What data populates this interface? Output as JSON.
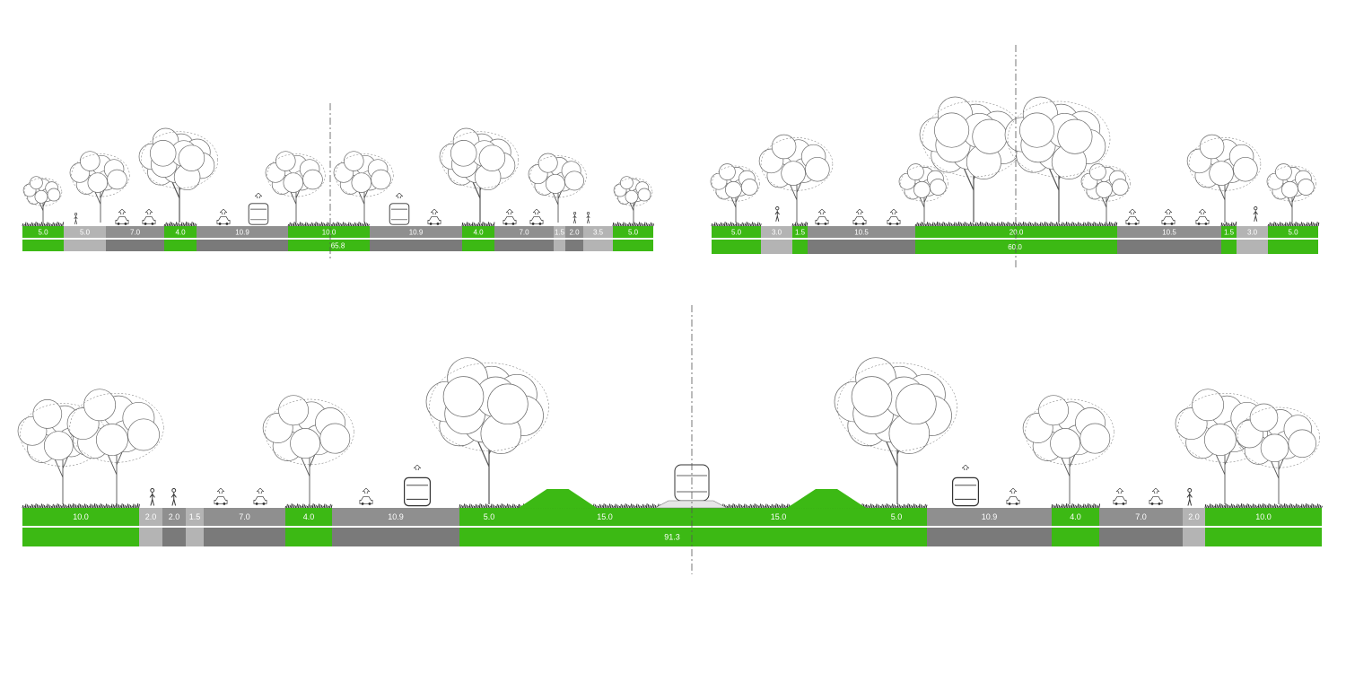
{
  "colors": {
    "green": "#3cb914",
    "green_dark": "#2fa30e",
    "asphalt": "#8f8f8f",
    "asphalt_dark": "#7a7a7a",
    "sidewalk": "#b4b4b4",
    "label": "#ffffff",
    "line": "#ffffff",
    "grass": "#1f1f1f",
    "tree_stroke": "#555555"
  },
  "icons": [
    "deciduous-tree-icon",
    "large-tree-icon",
    "car-icon",
    "bus-icon",
    "tram-icon",
    "pedestrian-icon",
    "cyclist-icon",
    "grass-tuft-icon",
    "traffic-direction-arrow-icon"
  ],
  "sections": [
    {
      "id": "section-1",
      "total_label": "65.8",
      "segments": [
        {
          "label": "5.0",
          "type": "green"
        },
        {
          "label": "5.0",
          "type": "sidewalk"
        },
        {
          "label": "7.0",
          "type": "asphalt"
        },
        {
          "label": "4.0",
          "type": "green"
        },
        {
          "label": "10.9",
          "type": "asphalt"
        },
        {
          "label": "10.0",
          "type": "green"
        },
        {
          "label": "10.9",
          "type": "asphalt"
        },
        {
          "label": "4.0",
          "type": "green"
        },
        {
          "label": "7.0",
          "type": "asphalt"
        },
        {
          "label": "1.5",
          "type": "sidewalk"
        },
        {
          "label": "2.0",
          "type": "asphalt"
        },
        {
          "label": "3.5",
          "type": "sidewalk"
        },
        {
          "label": "5.0",
          "type": "green"
        }
      ]
    },
    {
      "id": "section-2",
      "total_label": "60.0",
      "segments": [
        {
          "label": "5.0",
          "type": "green"
        },
        {
          "label": "3.0",
          "type": "sidewalk"
        },
        {
          "label": "1.5",
          "type": "green"
        },
        {
          "label": "10.5",
          "type": "asphalt"
        },
        {
          "label": "20.0",
          "type": "green"
        },
        {
          "label": "10.5",
          "type": "asphalt"
        },
        {
          "label": "1.5",
          "type": "green"
        },
        {
          "label": "3.0",
          "type": "sidewalk"
        },
        {
          "label": "5.0",
          "type": "green"
        }
      ]
    },
    {
      "id": "section-3",
      "total_label": "91.3",
      "segments": [
        {
          "label": "10.0",
          "type": "green"
        },
        {
          "label": "2.0",
          "type": "sidewalk"
        },
        {
          "label": "2.0",
          "type": "asphalt"
        },
        {
          "label": "1.5",
          "type": "sidewalk"
        },
        {
          "label": "7.0",
          "type": "asphalt"
        },
        {
          "label": "4.0",
          "type": "green"
        },
        {
          "label": "10.9",
          "type": "asphalt"
        },
        {
          "label": "5.0",
          "type": "green"
        },
        {
          "label": "15.0",
          "type": "green"
        },
        {
          "label": "15.0",
          "type": "green"
        },
        {
          "label": "5.0",
          "type": "green"
        },
        {
          "label": "10.9",
          "type": "asphalt"
        },
        {
          "label": "4.0",
          "type": "green"
        },
        {
          "label": "7.0",
          "type": "asphalt"
        },
        {
          "label": "2.0",
          "type": "sidewalk"
        },
        {
          "label": "10.0",
          "type": "green"
        }
      ]
    }
  ]
}
